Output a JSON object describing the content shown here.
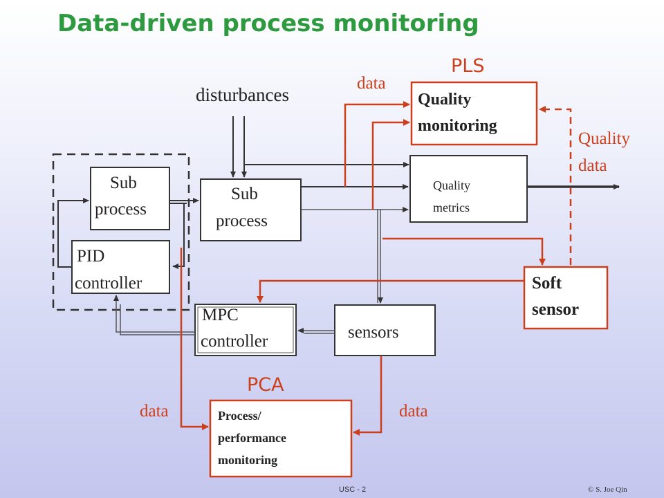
{
  "slide": {
    "title": "Data-driven process monitoring",
    "footer_center": "USC - 2",
    "footer_right": "© S. Joe Qin"
  },
  "diagram": {
    "disturbances": "disturbances",
    "sub_process_1": [
      "Sub",
      "process"
    ],
    "sub_process_2": [
      "Sub",
      "process"
    ],
    "pid_controller": [
      "PID",
      "controller"
    ],
    "quality_metrics": [
      "Quality",
      "metrics"
    ],
    "quality_monitoring": [
      "Quality",
      "monitoring"
    ],
    "pls_label": "PLS",
    "data_top": "data",
    "quality_data": [
      "Quality",
      "data"
    ],
    "soft_sensor": [
      "Soft",
      "sensor"
    ],
    "mpc_controller": [
      "MPC",
      "controller"
    ],
    "sensors": "sensors",
    "pca_label": "PCA",
    "data_left": "data",
    "data_right": "data",
    "process_monitoring": [
      "Process/",
      "performance",
      "monitoring"
    ]
  },
  "colors": {
    "title_green": "#2e9a3f",
    "accent_red": "#cc3f1c",
    "line_dark": "#333333"
  }
}
